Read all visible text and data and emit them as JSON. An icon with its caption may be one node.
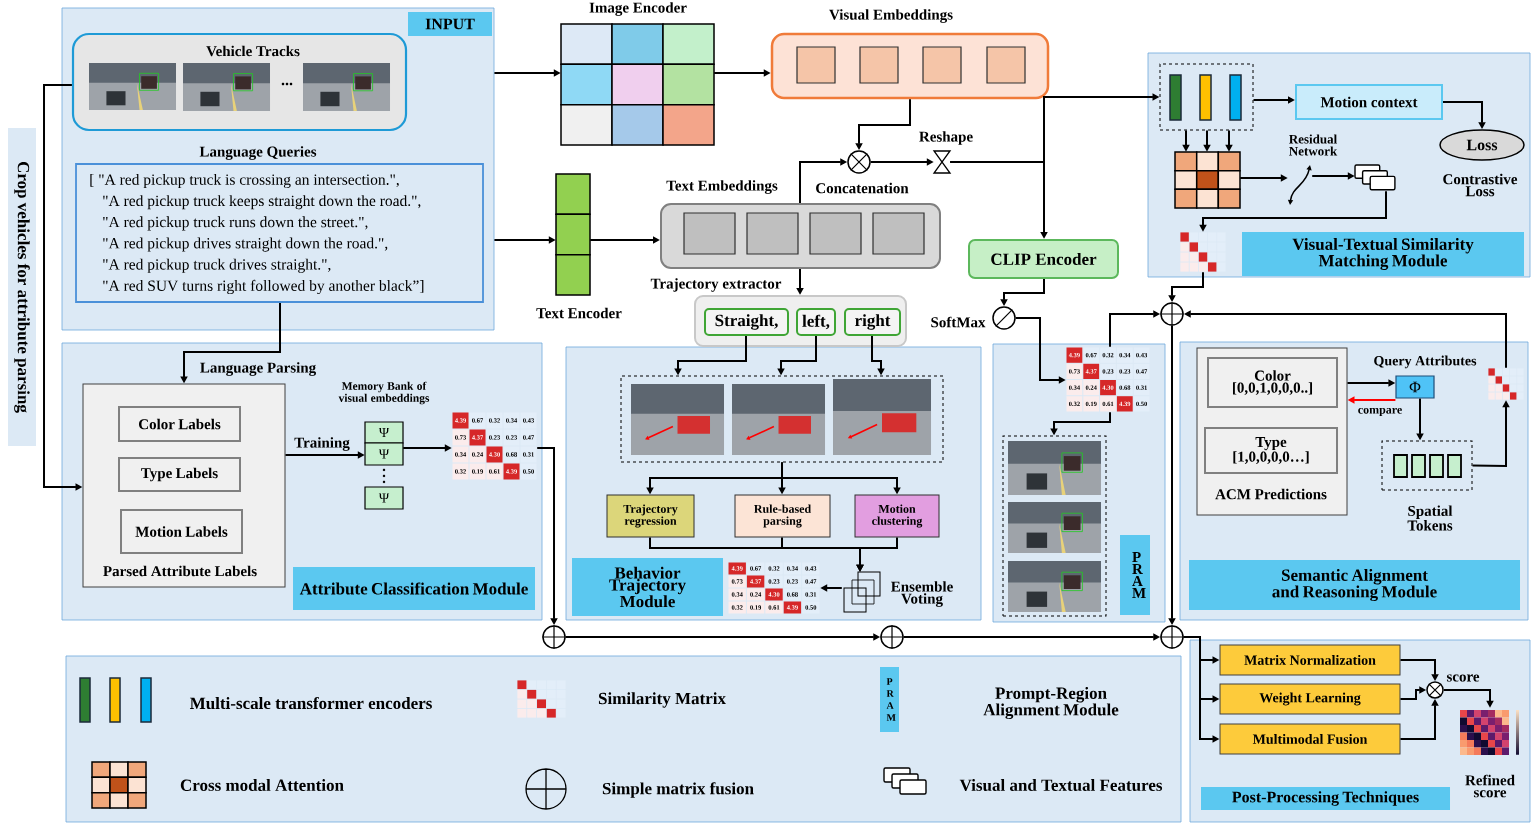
{
  "diagram": {
    "nodes": [
      {
        "text": [
          "INPUT"
        ]
      },
      {
        "text": [
          "Vehicle Tracks",
          "..."
        ],
        "in": 0
      },
      {
        "text": [
          "Language Queries",
          "[ \"A red pickup truck is crossing an intersection.\",",
          "\"A red pickup truck keeps straight down the road.\",",
          "\"A red pickup truck runs down the street.\",",
          "\"A red pickup drives straight down the road.\",",
          "\"A red pickup truck drives straight.\",",
          "\"A red SUV turns right followed by another black”]"
        ],
        "in": 0
      },
      {
        "text": [
          "Image Encoder"
        ]
      },
      {
        "text": [
          "Visual Embeddings"
        ]
      },
      {
        "text": [
          "Text Encoder"
        ]
      },
      {
        "text": [
          "Text Embeddings"
        ]
      },
      {
        "text": [],
        "shape": "circle",
        "beside": [
          "Concatenation"
        ]
      },
      {
        "text": [],
        "shape": "hourglass",
        "beside": [
          "Reshape"
        ]
      },
      {
        "text": [
          "CLIP Encoder"
        ]
      },
      {
        "text": [],
        "shape": "circle",
        "beside": [
          "SoftMax"
        ]
      },
      {
        "text": [
          "Trajectory extractor"
        ]
      },
      {
        "text": [
          "Straight,"
        ],
        "in": 11
      },
      {
        "text": [
          "left,"
        ],
        "in": 11
      },
      {
        "text": [
          "right"
        ],
        "in": 11
      },
      {
        "text": [
          "Visual-Textual Similarity Matching Module"
        ]
      },
      {
        "text": [],
        "shape": "box",
        "in": 15
      },
      {
        "text": [
          "Motion context"
        ],
        "in": 15
      },
      {
        "text": [
          "Loss"
        ],
        "beside": [
          "Contrastive Loss"
        ],
        "in": 15
      },
      {
        "text": [],
        "shape": "grid",
        "in": 15
      },
      {
        "text": [],
        "shape": "picture",
        "beside": [
          "Residual Network"
        ],
        "in": 15
      },
      {
        "text": [],
        "shape": "picture",
        "in": 15
      },
      {
        "text": [],
        "shape": "grid",
        "in": 15
      },
      {
        "text": [],
        "shape": "circle"
      },
      {
        "text": [
          "Attribute Classification Module"
        ]
      },
      {
        "text": [
          "Parsed Attribute Labels"
        ],
        "in": 24
      },
      {
        "text": [
          "Color Labels"
        ],
        "in": 25
      },
      {
        "text": [
          "Type Labels"
        ],
        "in": 25
      },
      {
        "text": [
          "Motion Labels"
        ],
        "in": 25
      },
      {
        "text": [
          "Memory Bank of visual embeddings",
          "Ψ",
          "Ψ",
          "Ψ"
        ],
        "in": 24
      },
      {
        "text": [
          "4.39",
          "0.67",
          "0.32",
          "0.34",
          "0.43",
          "0.73",
          "4.37",
          "0.23",
          "0.23",
          "0.47",
          "0.34",
          "0.24",
          "4.30",
          "0.68",
          "0.31",
          "0.32",
          "0.19",
          "0.61",
          "4.39",
          "0.50"
        ],
        "in": 24
      },
      {
        "text": [
          "Behavior Trajectory Module"
        ]
      },
      {
        "text": [],
        "shape": "box",
        "in": 31
      },
      {
        "text": [
          "Trajectory regression"
        ],
        "in": 31
      },
      {
        "text": [
          "Rule-based parsing"
        ],
        "in": 31
      },
      {
        "text": [
          "Motion clustering"
        ],
        "in": 31
      },
      {
        "text": [],
        "shape": "picture",
        "beside": [
          "Ensemble Voting"
        ],
        "in": 31
      },
      {
        "text": [
          "4.39",
          "0.67",
          "0.32",
          "0.34",
          "0.43",
          "0.73",
          "4.37",
          "0.23",
          "0.23",
          "0.47",
          "0.34",
          "0.24",
          "4.30",
          "0.68",
          "0.31",
          "0.32",
          "0.19",
          "0.61",
          "4.39",
          "0.50"
        ],
        "in": 31
      },
      {
        "text": [
          "P R A M"
        ]
      },
      {
        "text": [
          "4.39",
          "0.67",
          "0.32",
          "0.34",
          "0.43",
          "0.73",
          "4.37",
          "0.23",
          "0.23",
          "0.47",
          "0.34",
          "0.24",
          "4.30",
          "0.68",
          "0.31",
          "0.32",
          "0.19",
          "0.61",
          "4.39",
          "0.50"
        ],
        "in": 38
      },
      {
        "text": [],
        "shape": "box",
        "in": 38
      },
      {
        "text": [
          "Semantic Alignment and Reasoning Module"
        ]
      },
      {
        "text": [
          "ACM Predictions"
        ],
        "in": 41
      },
      {
        "text": [
          "Color",
          "[0,0,1,0,0,0..]"
        ],
        "in": 42
      },
      {
        "text": [
          "Type",
          "[1,0,0,0,0…]"
        ],
        "in": 42
      },
      {
        "text": [
          "Query Attributes",
          "Φ"
        ],
        "in": 41
      },
      {
        "text": [
          "Spatial Tokens"
        ],
        "in": 41
      },
      {
        "text": [],
        "shape": "grid",
        "in": 41
      },
      {
        "text": [],
        "shape": "circle"
      },
      {
        "text": [],
        "shape": "circle"
      },
      {
        "text": [],
        "shape": "circle"
      },
      {
        "text": [
          "Post-Processing Techniques"
        ]
      },
      {
        "text": [
          "Matrix Normalization"
        ],
        "in": 51
      },
      {
        "text": [
          "Weight Learning"
        ],
        "in": 51
      },
      {
        "text": [
          "Multimodal Fusion"
        ],
        "in": 51
      },
      {
        "text": [],
        "shape": "circle",
        "beside": [
          "score"
        ],
        "in": 51
      },
      {
        "text": [],
        "shape": "picture",
        "beside": [
          "Refined score"
        ],
        "in": 51
      }
    ],
    "edges": [
      {
        "from": 0,
        "to": 3,
        "arrow": "to"
      },
      {
        "from": 0,
        "to": 5,
        "arrow": "to"
      },
      {
        "from": 3,
        "to": 4,
        "arrow": "to"
      },
      {
        "from": 5,
        "to": 6,
        "arrow": "to"
      },
      {
        "from": 4,
        "to": 7,
        "arrow": "to"
      },
      {
        "from": 6,
        "to": 7,
        "arrow": "to"
      },
      {
        "from": 7,
        "to": 8,
        "arrow": "to"
      },
      {
        "from": 8,
        "to": 16,
        "arrow": "to"
      },
      {
        "from": 8,
        "to": 9,
        "arrow": "to"
      },
      {
        "from": 6,
        "to": 11,
        "arrow": "to"
      },
      {
        "from": 9,
        "to": 10,
        "arrow": "to"
      },
      {
        "from": 10,
        "to": 39,
        "arrow": "to"
      },
      {
        "from": 39,
        "to": 23,
        "arrow": "to"
      },
      {
        "from": 16,
        "to": 17,
        "arrow": "to"
      },
      {
        "from": 16,
        "to": 19,
        "arrow": "to"
      },
      {
        "from": 16,
        "to": 19,
        "arrow": "to"
      },
      {
        "from": 16,
        "to": 19,
        "arrow": "to"
      },
      {
        "from": 17,
        "to": 18,
        "arrow": "to"
      },
      {
        "from": 19,
        "to": 20,
        "arrow": "to"
      },
      {
        "from": 20,
        "to": 21,
        "arrow": "to"
      },
      {
        "from": 21,
        "to": 22,
        "arrow": "to"
      },
      {
        "from": 22,
        "to": 23,
        "arrow": "to"
      },
      {
        "from": 47,
        "to": 23,
        "arrow": "to"
      },
      {
        "from": 23,
        "to": 50,
        "arrow": "to"
      },
      {
        "from": 46,
        "to": 47,
        "arrow": "to"
      },
      {
        "from": 45,
        "to": 46,
        "arrow": "to"
      },
      {
        "from": 42,
        "to": 45,
        "arrow": "to"
      },
      {
        "from": 45,
        "to": 42,
        "arrow": "to",
        "color": "#ff0000",
        "label": "compare"
      },
      {
        "from": 2,
        "to": 25,
        "arrow": "to",
        "label": "Language Parsing"
      },
      {
        "from": 1,
        "to": 25,
        "arrow": "to"
      },
      {
        "from": 25,
        "to": 29,
        "arrow": "to",
        "label": "Training"
      },
      {
        "from": 29,
        "to": 30,
        "arrow": "to"
      },
      {
        "from": 30,
        "to": 48,
        "arrow": "to"
      },
      {
        "from": 48,
        "to": 49,
        "arrow": "to"
      },
      {
        "from": 49,
        "to": 50,
        "arrow": "to"
      },
      {
        "from": 12,
        "to": 32,
        "arrow": "to"
      },
      {
        "from": 13,
        "to": 32,
        "arrow": "to"
      },
      {
        "from": 14,
        "to": 32,
        "arrow": "to"
      },
      {
        "from": 32,
        "to": 33,
        "arrow": "to"
      },
      {
        "from": 32,
        "to": 34,
        "arrow": "to"
      },
      {
        "from": 32,
        "to": 35,
        "arrow": "to"
      },
      {
        "from": 33,
        "to": 36,
        "arrow": "to"
      },
      {
        "from": 34,
        "to": 36,
        "arrow": "to"
      },
      {
        "from": 35,
        "to": 36,
        "arrow": "to"
      },
      {
        "from": 36,
        "to": 37,
        "arrow": "to"
      },
      {
        "from": 39,
        "to": 40,
        "arrow": "to"
      },
      {
        "from": 50,
        "to": 52,
        "arrow": "to"
      },
      {
        "from": 50,
        "to": 53,
        "arrow": "to"
      },
      {
        "from": 50,
        "to": 54,
        "arrow": "to"
      },
      {
        "from": 52,
        "to": 55,
        "arrow": "to"
      },
      {
        "from": 53,
        "to": 55,
        "arrow": "to"
      },
      {
        "from": 54,
        "to": 55,
        "arrow": "to"
      },
      {
        "from": 55,
        "to": 56,
        "arrow": "to"
      }
    ],
    "labels": [
      "Crop vehicles for attribute parsing",
      "P R A M"
    ],
    "legend": [
      {
        "text": "Multi-scale transformer encoders"
      },
      {
        "text": "Similarity Matrix"
      },
      {
        "text": "Prompt-Region Alignment Module"
      },
      {
        "text": "Cross modal Attention"
      },
      {
        "text": "Simple matrix fusion"
      },
      {
        "text": "Visual and Textual Features"
      }
    ]
  }
}
